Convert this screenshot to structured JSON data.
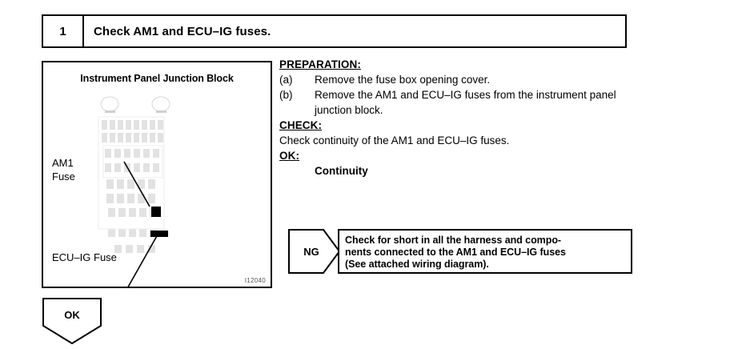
{
  "step": {
    "number": "1",
    "title": "Check AM1 and ECU–IG fuses."
  },
  "figure": {
    "caption": "Instrument Panel Junction Block",
    "id": "I12040",
    "callouts": [
      {
        "label": "AM1\nFuse",
        "name": "am1-fuse"
      },
      {
        "label": "ECU–IG Fuse",
        "name": "ecu-ig-fuse"
      }
    ]
  },
  "instructions": {
    "preparation_heading": "PREPARATION:",
    "preparation_items": [
      {
        "marker": "(a)",
        "text": "Remove the fuse box opening cover."
      },
      {
        "marker": "(b)",
        "text": "Remove the AM1 and ECU–IG fuses from the instrument panel junction block."
      }
    ],
    "check_heading": "CHECK:",
    "check_text": "Check continuity of the AM1 and ECU–IG fuses.",
    "ok_heading": "OK:",
    "ok_value": "Continuity"
  },
  "ng_branch": {
    "tag": "NG",
    "action_lines": [
      "Check for short in all the harness and compo-",
      "nents connected to the AM1 and ECU–IG fuses",
      "(See attached wiring diagram)."
    ]
  },
  "ok_result": {
    "label": "OK"
  },
  "colors": {
    "ink": "#000000",
    "paper": "#ffffff",
    "figure_id": "#555555"
  }
}
